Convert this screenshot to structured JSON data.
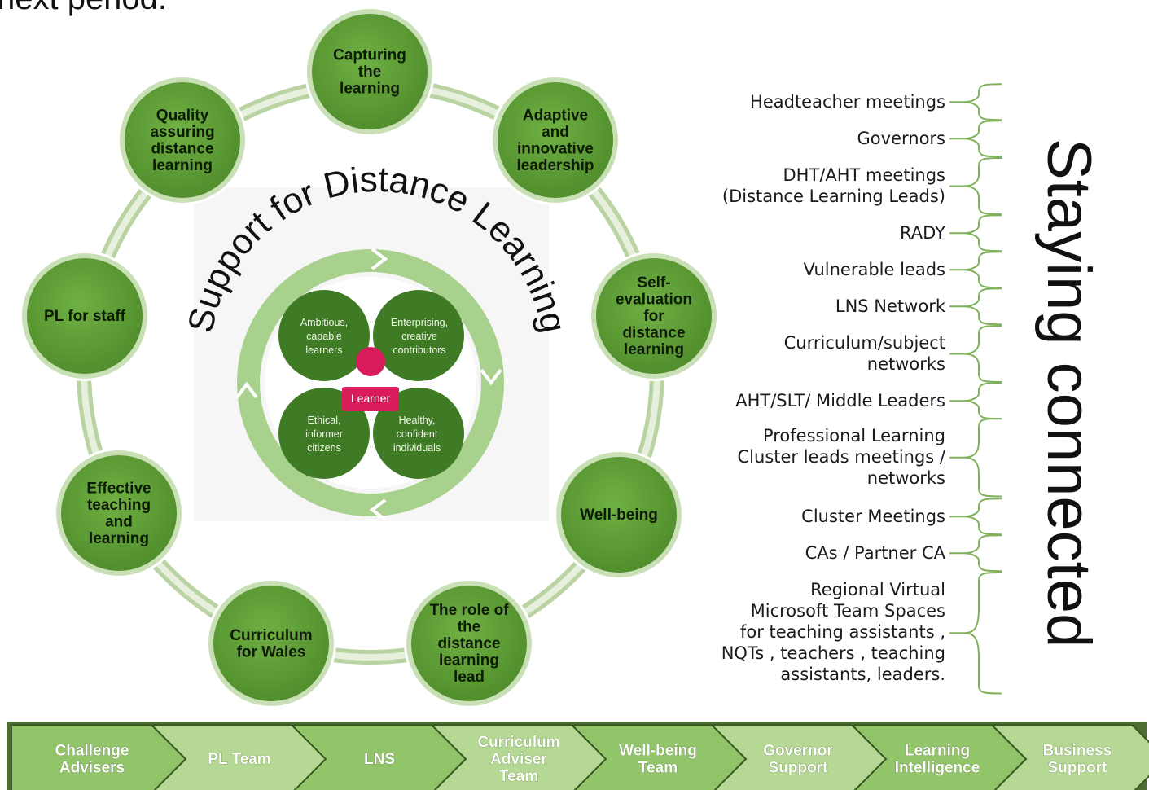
{
  "heading_fragment": "next period.",
  "cycle": {
    "title": "Support for Distance Learning",
    "nodes": [
      {
        "label": "Capturing the learning",
        "lines": [
          "Capturing",
          "the",
          "learning"
        ]
      },
      {
        "label": "Adaptive and innovative leadership",
        "lines": [
          "Adaptive",
          "and",
          "innovative",
          "leadership"
        ]
      },
      {
        "label": "Self-evaluation for distance learning",
        "lines": [
          "Self-",
          "evaluation",
          "for",
          "distance",
          "learning"
        ]
      },
      {
        "label": "Well-being",
        "lines": [
          "Well-being"
        ]
      },
      {
        "label": "The role of the distance learning lead",
        "lines": [
          "The role of",
          "the",
          "distance",
          "learning",
          "lead"
        ]
      },
      {
        "label": "Curriculum for Wales",
        "lines": [
          "Curriculum",
          "for Wales"
        ]
      },
      {
        "label": "Effective teaching and learning",
        "lines": [
          "Effective",
          "teaching",
          "and",
          "learning"
        ]
      },
      {
        "label": "PL for staff",
        "lines": [
          "PL for staff"
        ]
      },
      {
        "label": "Quality assuring distance learning",
        "lines": [
          "Quality",
          "assuring",
          "distance",
          "learning"
        ]
      }
    ],
    "petals": [
      {
        "lines": [
          "Ambitious,",
          "capable",
          "learners"
        ]
      },
      {
        "lines": [
          "Enterprising,",
          "creative",
          "contributors"
        ]
      },
      {
        "lines": [
          "Ethical,",
          "informer",
          "citizens"
        ]
      },
      {
        "lines": [
          "Healthy,",
          "confident",
          "individuals"
        ]
      }
    ],
    "center_label": "Learner",
    "colors": {
      "node": "#5f9f35",
      "node_ring": "#c9dfb6",
      "petal": "#3f7a24",
      "learner": "#d81b5a",
      "arrow_ring": "#a9d18e"
    }
  },
  "staying_connected": {
    "title": "Staying connected",
    "items": [
      [
        "Headteacher meetings"
      ],
      [
        "Governors"
      ],
      [
        "DHT/AHT meetings",
        "(Distance Learning Leads)"
      ],
      [
        "RADY"
      ],
      [
        "Vulnerable leads"
      ],
      [
        "LNS Network"
      ],
      [
        "Curriculum/subject",
        "networks"
      ],
      [
        "AHT/SLT/ Middle Leaders"
      ],
      [
        "Professional Learning",
        "Cluster leads meetings /",
        "networks"
      ],
      [
        "Cluster Meetings"
      ],
      [
        "CAs / Partner CA"
      ],
      [
        "Regional Virtual",
        "Microsoft Team Spaces",
        "for teaching assistants ,",
        "NQTs , teachers , teaching",
        "assistants, leaders."
      ]
    ]
  },
  "teams_bar": {
    "items": [
      [
        "Challenge",
        "Advisers"
      ],
      [
        "PL Team"
      ],
      [
        "LNS"
      ],
      [
        "Curriculum",
        "Adviser",
        "Team"
      ],
      [
        "Well-being",
        "Team"
      ],
      [
        "Governor",
        "Support"
      ],
      [
        "Learning",
        "Intelligence"
      ],
      [
        "Business",
        "Support"
      ]
    ],
    "colors": {
      "fill": "#92c46a",
      "fill_light": "#b5d894"
    }
  }
}
